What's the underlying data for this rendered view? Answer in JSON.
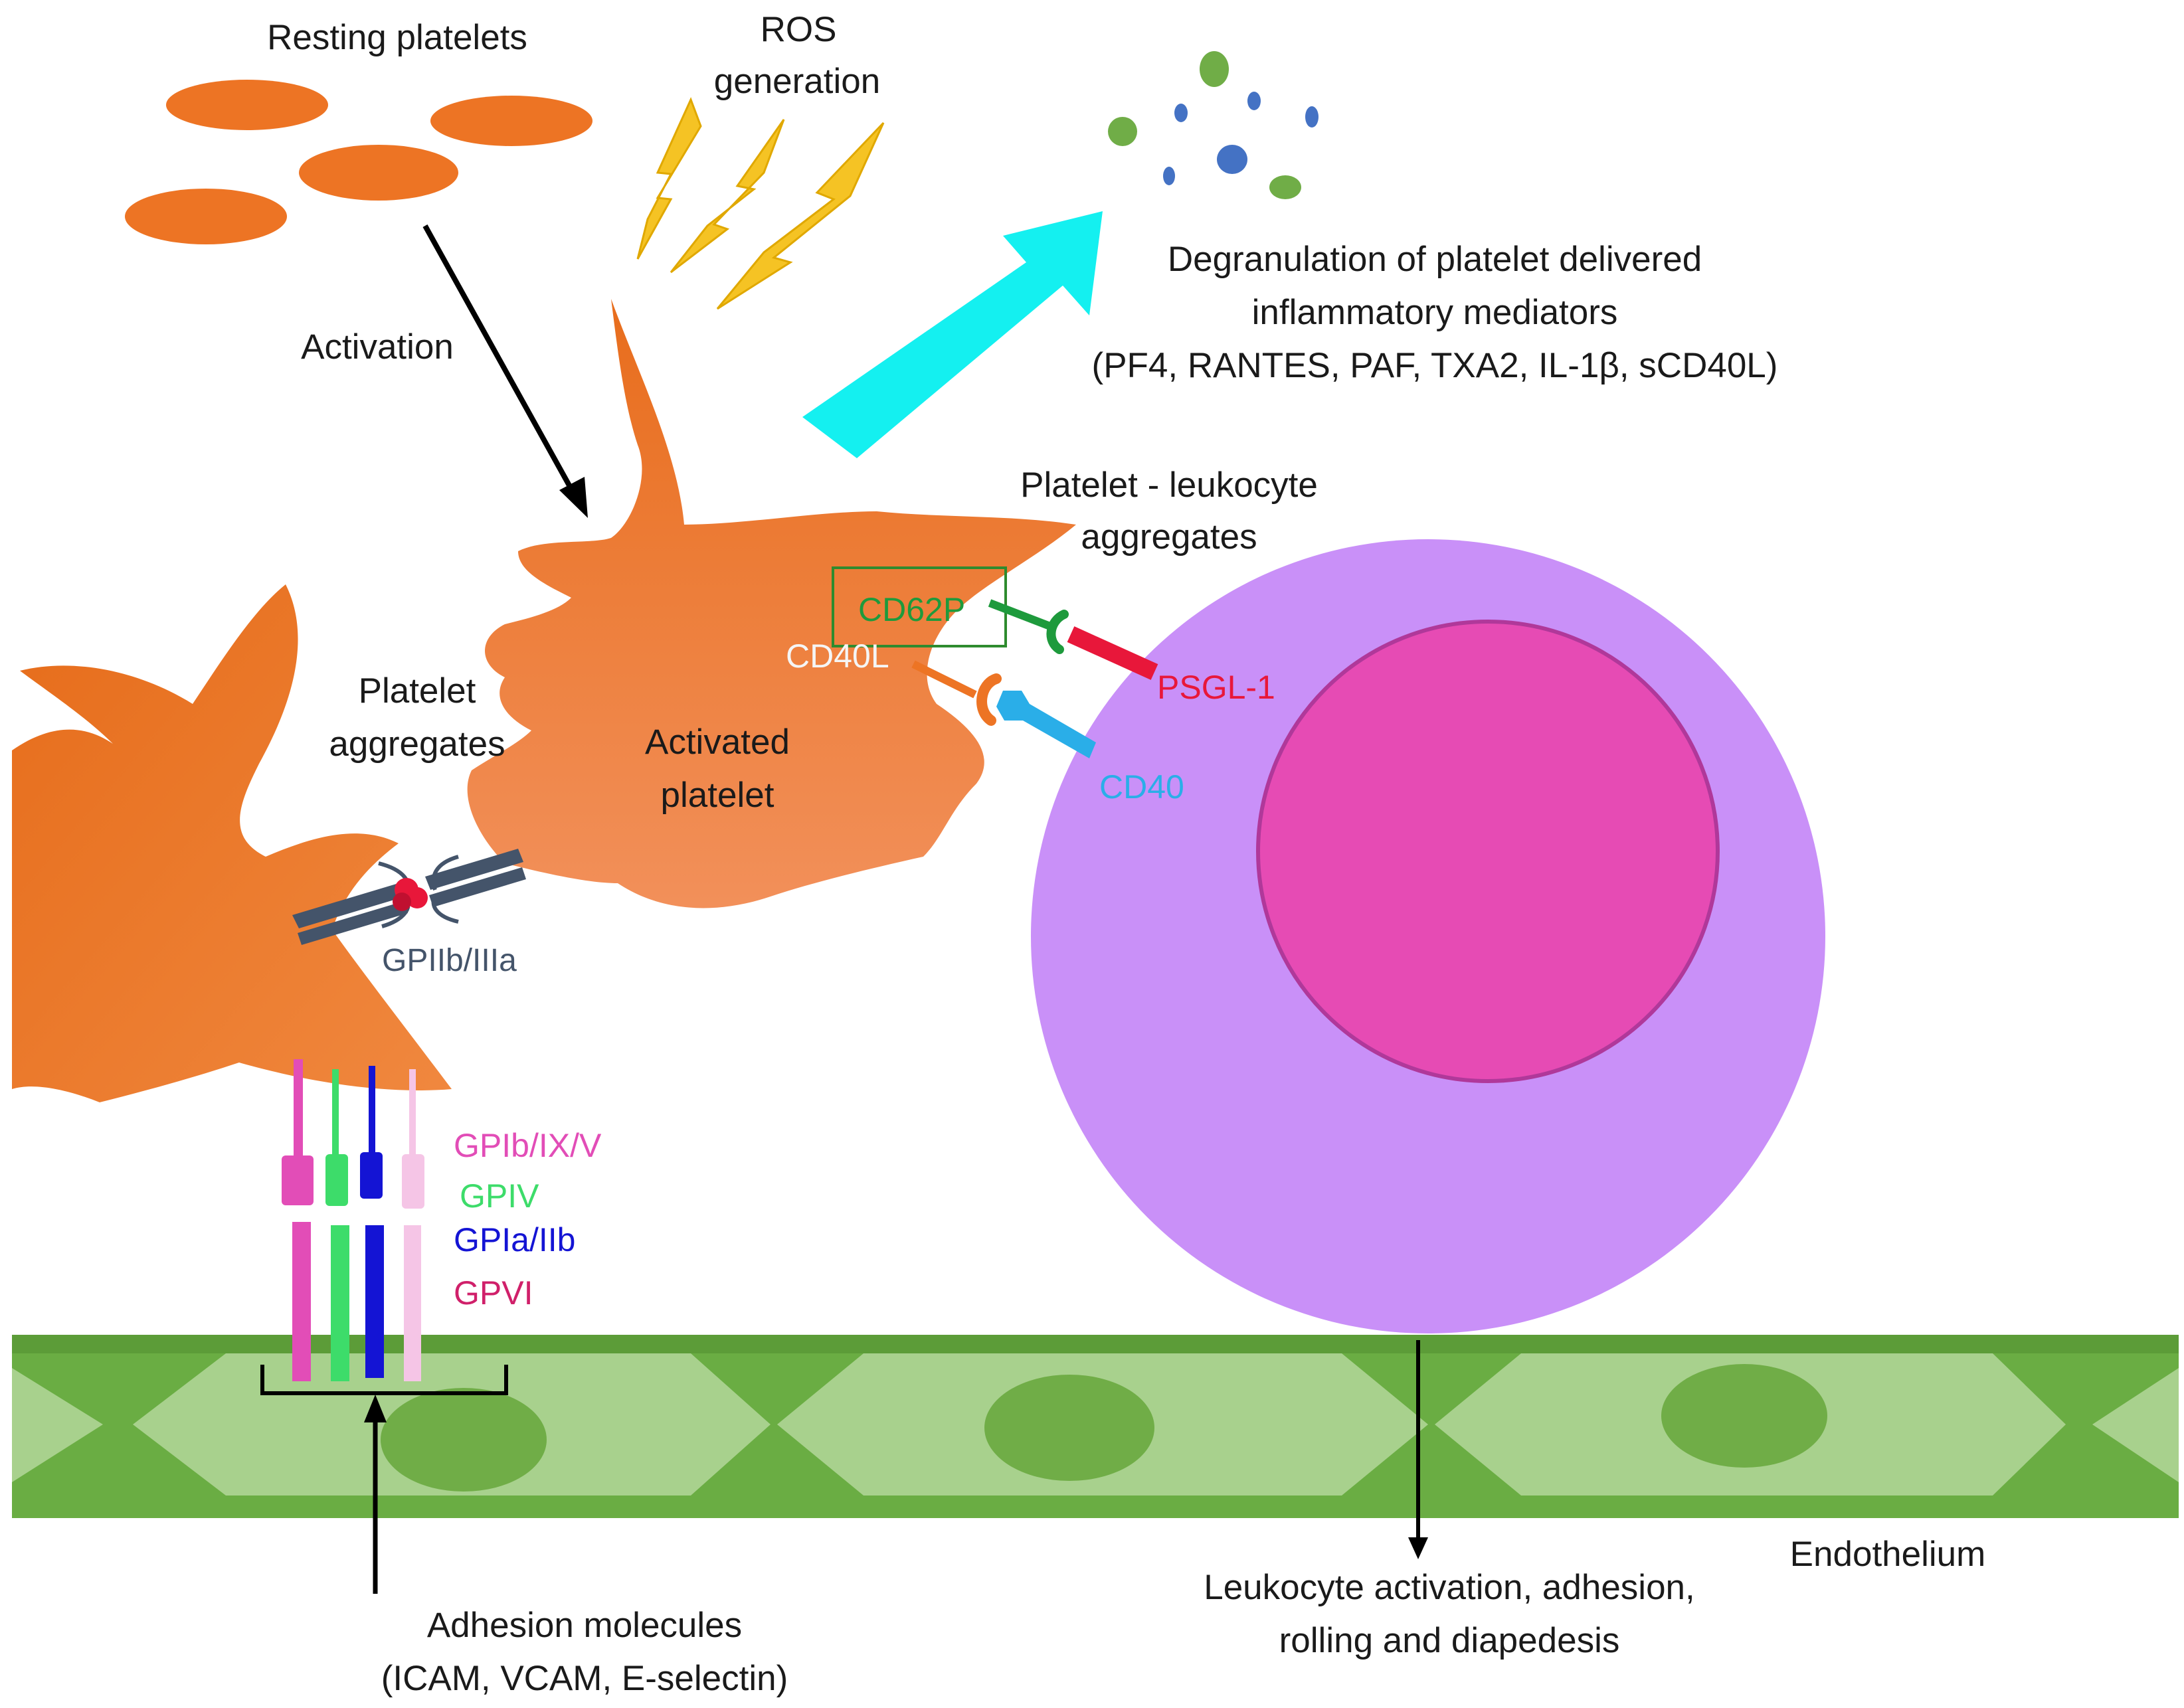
{
  "labels": {
    "resting_platelets": "Resting platelets",
    "ros_line1": "ROS",
    "ros_line2": "generation",
    "activation": "Activation",
    "degran_line1": "Degranulation of platelet delivered",
    "degran_line2": "inflammatory mediators",
    "degran_line3": "(PF4, RANTES, PAF, TXA2, IL-1β, sCD40L)",
    "pla_line1": "Platelet - leukocyte",
    "pla_line2": "aggregates",
    "cd62p": "CD62P",
    "cd40l": "CD40L",
    "psgl1": "PSGL-1",
    "cd40": "CD40",
    "platelet_agg_line1": "Platelet",
    "platelet_agg_line2": "aggregates",
    "activated_line1": "Activated",
    "activated_line2": "platelet",
    "gpiibiiia": "GPIIb/IIIa",
    "gpib": "GPIb/IX/V",
    "gpiv": "GPIV",
    "gpia": "GPIa/IIb",
    "gpvi": "GPVI",
    "endothelium": "Endothelium",
    "leuko_line1": "Leukocyte activation, adhesion,",
    "leuko_line2": "rolling and diapedesis",
    "adhesion_line1": "Adhesion molecules",
    "adhesion_line2": "(ICAM, VCAM, E-selectin)"
  },
  "colors": {
    "platelet": "#ed7424",
    "platelet_light": "#f08a4b",
    "ros_bolt": "#f5c324",
    "degran_arrow": "#14f0f0",
    "leukocyte_cytoplasm": "#c990f8",
    "leukocyte_nucleus": "#e64bb4",
    "endothelium_dark": "#6aad43",
    "endothelium_light": "#a8d18d",
    "endothelium_nucleus": "#70ad47",
    "cd62p": "#1e9a3c",
    "cd40l": "#f5f5f5",
    "psgl1": "#e8173a",
    "cd40": "#2aaee8",
    "gpiibiiia": "#44546a",
    "gpib": "#e24db7",
    "gpiv": "#3ddc6a",
    "gpia": "#1414d4",
    "gpvi": "#d0206a",
    "gpvi_bar": "#f5c5e6"
  }
}
